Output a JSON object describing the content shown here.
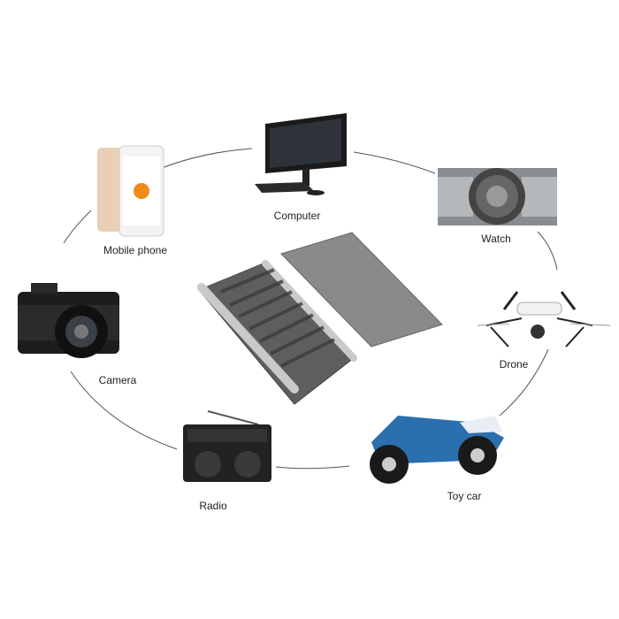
{
  "labels": {
    "computer": "Computer",
    "watch": "Watch",
    "mobile_phone": "Mobile phone",
    "drone": "Drone",
    "camera": "Camera",
    "toy_car": "Toy car",
    "radio": "Radio"
  },
  "colors": {
    "connector": "#555555",
    "kit_body": "#6e6e70",
    "kit_lid": "#8a8a8c"
  }
}
